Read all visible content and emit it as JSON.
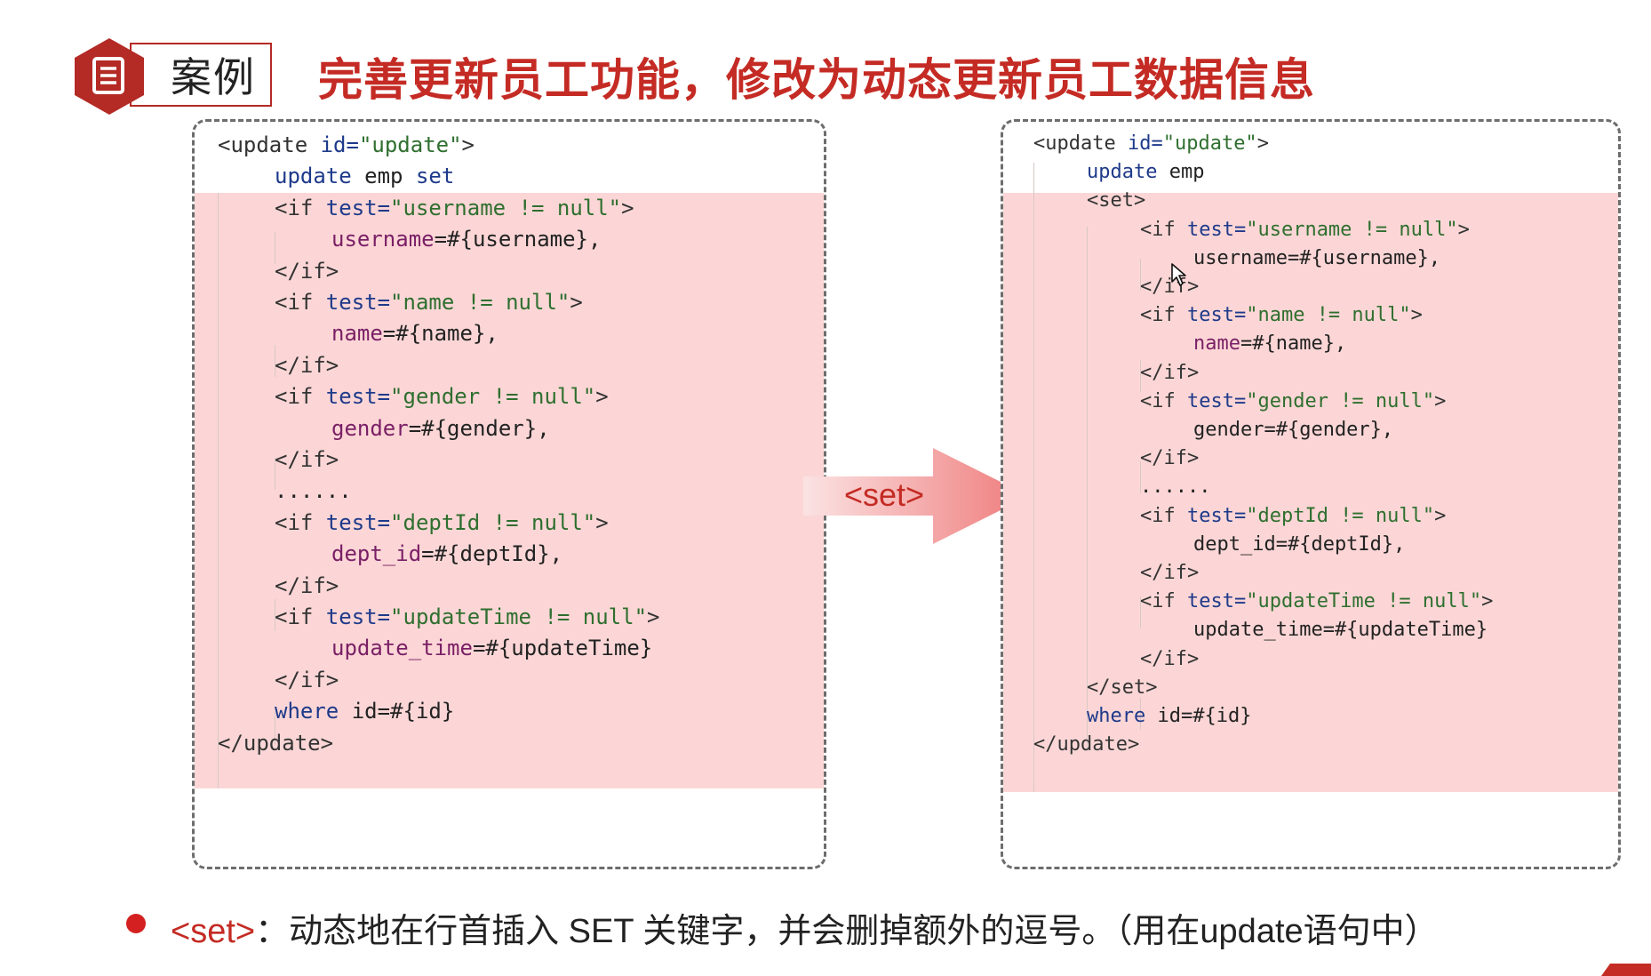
{
  "header": {
    "tag_label": "案例",
    "title": "完善更新员工功能，修改为动态更新员工数据信息"
  },
  "arrow_label": "<set>",
  "left_code": [
    {
      "indent": 0,
      "segments": [
        {
          "t": "<update ",
          "c": "tag"
        },
        {
          "t": "id=",
          "c": "attr"
        },
        {
          "t": "\"update\"",
          "c": "str"
        },
        {
          "t": ">",
          "c": "tag"
        }
      ]
    },
    {
      "indent": 1,
      "segments": [
        {
          "t": "update",
          "c": "kw"
        },
        {
          "t": " emp ",
          "c": ""
        },
        {
          "t": "set",
          "c": "kw"
        }
      ]
    },
    {
      "indent": 1,
      "segments": [
        {
          "t": "<if ",
          "c": "tag"
        },
        {
          "t": "test=",
          "c": "attr"
        },
        {
          "t": "\"username != null\"",
          "c": "str"
        },
        {
          "t": ">",
          "c": "tag"
        }
      ]
    },
    {
      "indent": 2,
      "segments": [
        {
          "t": "username",
          "c": "field"
        },
        {
          "t": "=#{username},",
          "c": ""
        }
      ]
    },
    {
      "indent": 1,
      "segments": [
        {
          "t": "</if>",
          "c": "tag"
        }
      ]
    },
    {
      "indent": 1,
      "segments": [
        {
          "t": "<if ",
          "c": "tag"
        },
        {
          "t": "test=",
          "c": "attr"
        },
        {
          "t": "\"name != null\"",
          "c": "str"
        },
        {
          "t": ">",
          "c": "tag"
        }
      ]
    },
    {
      "indent": 2,
      "segments": [
        {
          "t": "name",
          "c": "field"
        },
        {
          "t": "=#{name},",
          "c": ""
        }
      ]
    },
    {
      "indent": 1,
      "segments": [
        {
          "t": "</if>",
          "c": "tag"
        }
      ]
    },
    {
      "indent": 1,
      "segments": [
        {
          "t": "<if ",
          "c": "tag"
        },
        {
          "t": "test=",
          "c": "attr"
        },
        {
          "t": "\"gender != null\"",
          "c": "str"
        },
        {
          "t": ">",
          "c": "tag"
        }
      ]
    },
    {
      "indent": 2,
      "segments": [
        {
          "t": "gender",
          "c": "field"
        },
        {
          "t": "=#{gender},",
          "c": ""
        }
      ]
    },
    {
      "indent": 1,
      "segments": [
        {
          "t": "</if>",
          "c": "tag"
        }
      ]
    },
    {
      "indent": 1,
      "segments": [
        {
          "t": "......",
          "c": ""
        }
      ]
    },
    {
      "indent": 1,
      "segments": [
        {
          "t": "<if ",
          "c": "tag"
        },
        {
          "t": "test=",
          "c": "attr"
        },
        {
          "t": "\"deptId != null\"",
          "c": "str"
        },
        {
          "t": ">",
          "c": "tag"
        }
      ]
    },
    {
      "indent": 2,
      "segments": [
        {
          "t": "dept_id",
          "c": "field"
        },
        {
          "t": "=#{deptId},",
          "c": ""
        }
      ]
    },
    {
      "indent": 1,
      "segments": [
        {
          "t": "</if>",
          "c": "tag"
        }
      ]
    },
    {
      "indent": 1,
      "segments": [
        {
          "t": "<if ",
          "c": "tag"
        },
        {
          "t": "test=",
          "c": "attr"
        },
        {
          "t": "\"updateTime != null\"",
          "c": "str"
        },
        {
          "t": ">",
          "c": "tag"
        }
      ]
    },
    {
      "indent": 2,
      "segments": [
        {
          "t": "update_time",
          "c": "field"
        },
        {
          "t": "=#{updateTime}",
          "c": ""
        }
      ]
    },
    {
      "indent": 1,
      "segments": [
        {
          "t": "</if>",
          "c": "tag"
        }
      ]
    },
    {
      "indent": 1,
      "segments": [
        {
          "t": "where",
          "c": "kw"
        },
        {
          "t": " id=#{id}",
          "c": ""
        }
      ]
    },
    {
      "indent": 0,
      "segments": [
        {
          "t": "</update>",
          "c": "tag"
        }
      ]
    }
  ],
  "right_code": [
    {
      "indent": 0,
      "segments": [
        {
          "t": "<update ",
          "c": "tag"
        },
        {
          "t": "id=",
          "c": "attr"
        },
        {
          "t": "\"update\"",
          "c": "str"
        },
        {
          "t": ">",
          "c": "tag"
        }
      ]
    },
    {
      "indent": 1,
      "segments": [
        {
          "t": "update",
          "c": "kw"
        },
        {
          "t": " emp",
          "c": ""
        }
      ]
    },
    {
      "indent": 1,
      "segments": [
        {
          "t": "<set>",
          "c": "tag"
        }
      ]
    },
    {
      "indent": 2,
      "segments": [
        {
          "t": "<if ",
          "c": "tag"
        },
        {
          "t": "test=",
          "c": "attr"
        },
        {
          "t": "\"username != null\"",
          "c": "str"
        },
        {
          "t": ">",
          "c": "tag"
        }
      ]
    },
    {
      "indent": 3,
      "segments": [
        {
          "t": "username=#{username},",
          "c": ""
        }
      ]
    },
    {
      "indent": 2,
      "segments": [
        {
          "t": "</if>",
          "c": "tag"
        }
      ]
    },
    {
      "indent": 2,
      "segments": [
        {
          "t": "<if ",
          "c": "tag"
        },
        {
          "t": "test=",
          "c": "attr"
        },
        {
          "t": "\"name != null\"",
          "c": "str"
        },
        {
          "t": ">",
          "c": "tag"
        }
      ]
    },
    {
      "indent": 3,
      "segments": [
        {
          "t": "name",
          "c": "field"
        },
        {
          "t": "=#{name},",
          "c": ""
        }
      ]
    },
    {
      "indent": 2,
      "segments": [
        {
          "t": "</if>",
          "c": "tag"
        }
      ]
    },
    {
      "indent": 2,
      "segments": [
        {
          "t": "<if ",
          "c": "tag"
        },
        {
          "t": "test=",
          "c": "attr"
        },
        {
          "t": "\"gender != null\"",
          "c": "str"
        },
        {
          "t": ">",
          "c": "tag"
        }
      ]
    },
    {
      "indent": 3,
      "segments": [
        {
          "t": "gender=#{gender},",
          "c": ""
        }
      ]
    },
    {
      "indent": 2,
      "segments": [
        {
          "t": "</if>",
          "c": "tag"
        }
      ]
    },
    {
      "indent": 2,
      "segments": [
        {
          "t": "......",
          "c": ""
        }
      ]
    },
    {
      "indent": 2,
      "segments": [
        {
          "t": "<if ",
          "c": "tag"
        },
        {
          "t": "test=",
          "c": "attr"
        },
        {
          "t": "\"deptId != null\"",
          "c": "str"
        },
        {
          "t": ">",
          "c": "tag"
        }
      ]
    },
    {
      "indent": 3,
      "segments": [
        {
          "t": "dept_id=#{deptId},",
          "c": ""
        }
      ]
    },
    {
      "indent": 2,
      "segments": [
        {
          "t": "</if>",
          "c": "tag"
        }
      ]
    },
    {
      "indent": 2,
      "segments": [
        {
          "t": "<if ",
          "c": "tag"
        },
        {
          "t": "test=",
          "c": "attr"
        },
        {
          "t": "\"updateTime != null\"",
          "c": "str"
        },
        {
          "t": ">",
          "c": "tag"
        }
      ]
    },
    {
      "indent": 3,
      "segments": [
        {
          "t": "update_time=#{updateTime}",
          "c": ""
        }
      ]
    },
    {
      "indent": 2,
      "segments": [
        {
          "t": "</if>",
          "c": "tag"
        }
      ]
    },
    {
      "indent": 1,
      "segments": [
        {
          "t": "</set>",
          "c": "tag"
        }
      ]
    },
    {
      "indent": 1,
      "segments": [
        {
          "t": "where",
          "c": "kw"
        },
        {
          "t": " id=#{id}",
          "c": ""
        }
      ]
    },
    {
      "indent": 0,
      "segments": [
        {
          "t": "</update>",
          "c": "tag"
        }
      ]
    }
  ],
  "note": {
    "keyword": "<set>",
    "text": "：动态地在行首插入 SET 关键字，并会删掉额外的逗号。（用在update语句中）"
  },
  "colors": {
    "accent": "#c42b24",
    "highlight": "#fcd6d6",
    "badge": "#b42a25"
  },
  "icons": {
    "badge": "document-icon",
    "arrow": "arrow-right-icon",
    "bullet": "bullet-dot-icon",
    "cursor": "mouse-cursor-icon"
  }
}
